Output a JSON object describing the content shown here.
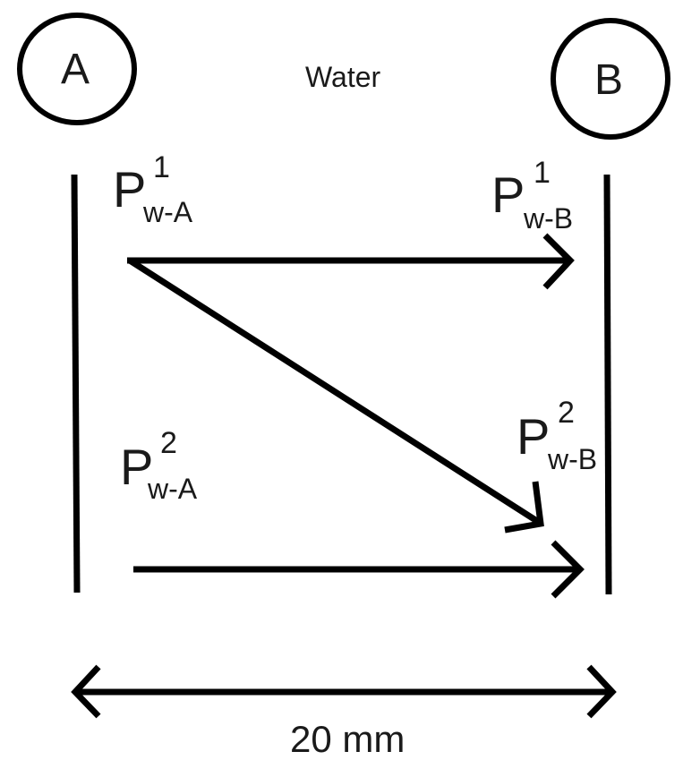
{
  "diagram": {
    "node_a": {
      "label": "A"
    },
    "node_b": {
      "label": "B"
    },
    "medium": {
      "label": "Water"
    },
    "pressures": {
      "pwa1": {
        "symbol": "P",
        "superscript": "1",
        "subscript": "w-A"
      },
      "pwb1": {
        "symbol": "P",
        "superscript": "1",
        "subscript": "w-B"
      },
      "pwa2": {
        "symbol": "P",
        "superscript": "2",
        "subscript": "w-A"
      },
      "pwb2": {
        "symbol": "P",
        "superscript": "2",
        "subscript": "w-B"
      }
    },
    "distance": {
      "label": "20 mm"
    },
    "colors": {
      "stroke": "#000000",
      "text": "#1a1a1a",
      "background": "#ffffff"
    }
  }
}
